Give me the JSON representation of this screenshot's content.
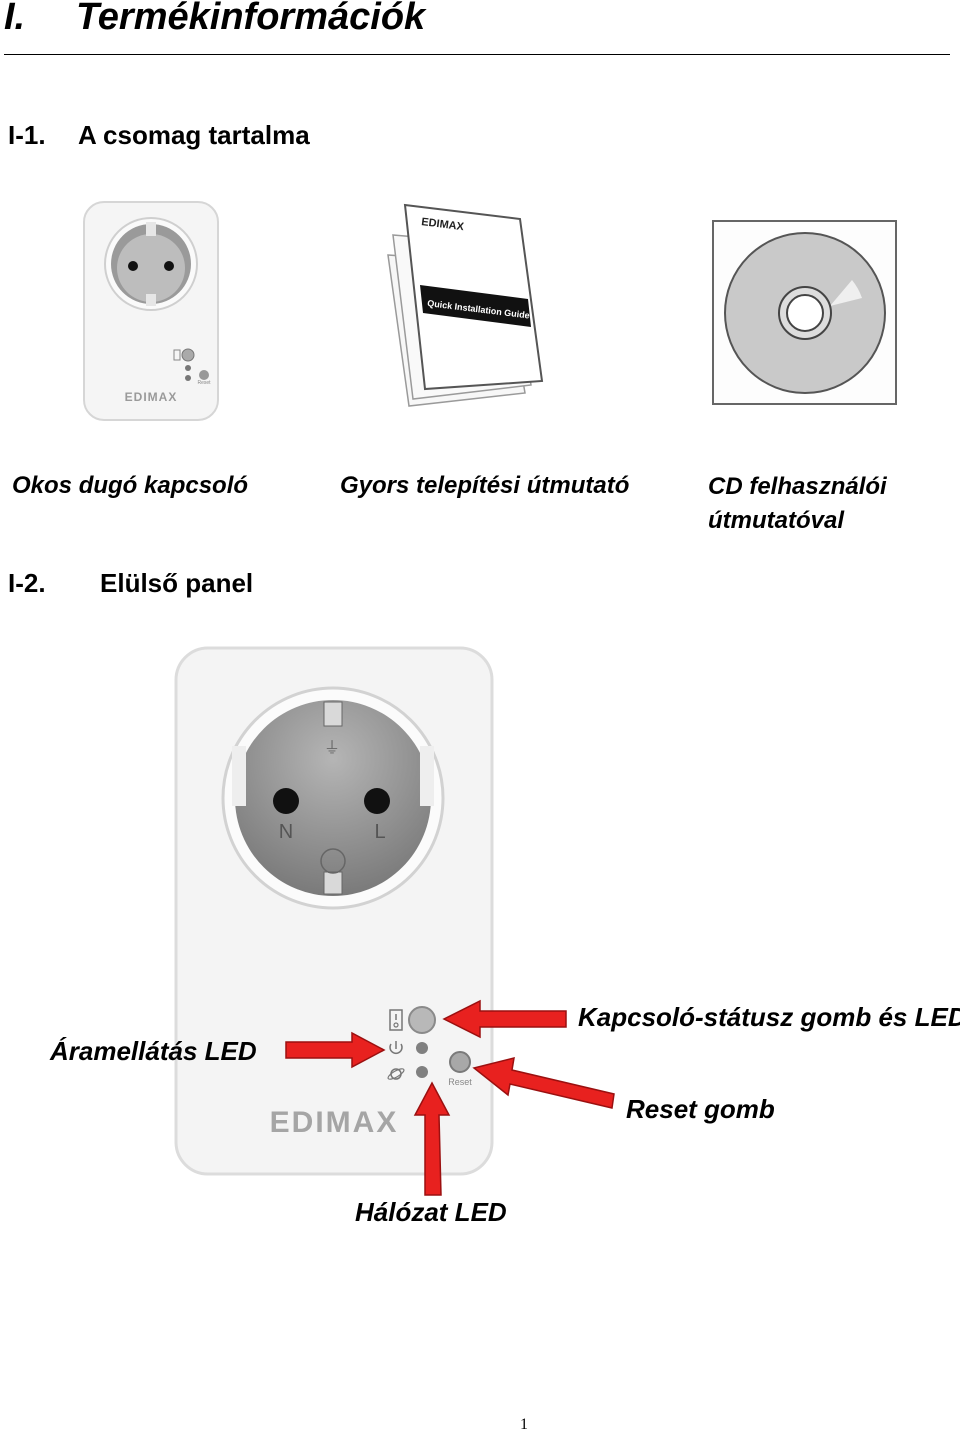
{
  "chapter": {
    "number": "I.",
    "title": "Termékinformációk"
  },
  "section1": {
    "number": "I-1.",
    "title": "A csomag tartalma",
    "items": [
      {
        "caption": "Okos dugó kapcsoló",
        "icon": "smart-plug-icon"
      },
      {
        "caption": "Gyors telepítési útmutató",
        "icon": "quick-guide-icon"
      },
      {
        "caption": "CD felhasználói útmutatóval",
        "icon": "cd-icon"
      }
    ],
    "guide_cover_text": "Quick Installation Guide"
  },
  "section2": {
    "number": "I-2.",
    "title": "Elülső panel",
    "callouts": {
      "power_led": "Áramellátás LED",
      "switch_status": "Kapcsoló-státusz gomb és LED",
      "reset": "Reset gomb",
      "network_led": "Hálózat LED"
    },
    "device_labels": {
      "reset": "Reset",
      "socket_n": "N",
      "socket_l": "L"
    }
  },
  "brand": {
    "name": "EDIMAX"
  },
  "colors": {
    "arrow": "#e8211f",
    "arrow_outline": "#9b1010",
    "device": "#f4f4f4",
    "socket": "#8f8f8f"
  },
  "page_number": "1"
}
